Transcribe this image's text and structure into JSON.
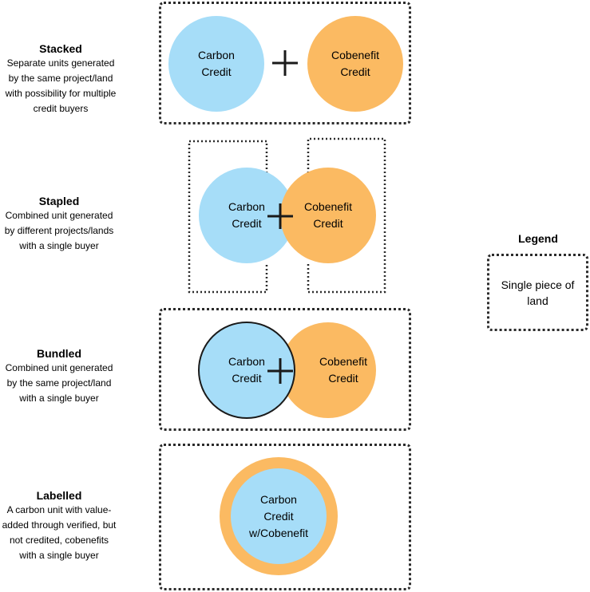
{
  "colors": {
    "carbon": "#a6ddf8",
    "cobenefit": "#fbba62",
    "ink": "#1a1a1a",
    "box": "#2b2b2b"
  },
  "rows": [
    {
      "title": "Stacked",
      "desc": "Separate units generated\nby the same project/land\nwith possibility for multiple\ncredit buyers",
      "left": "Carbon\nCredit",
      "right": "Cobenefit\nCredit"
    },
    {
      "title": "Stapled",
      "desc": "Combined unit generated\nby different projects/lands\nwith a single buyer",
      "left": "Carbon\nCredit",
      "right": "Cobenefit\nCredit"
    },
    {
      "title": "Bundled",
      "desc": "Combined unit generated\nby the same project/land\nwith a single buyer",
      "left": "Carbon\nCredit",
      "right": "Cobenefit\nCredit"
    },
    {
      "title": "Labelled",
      "desc": "A carbon unit with value-\nadded through verified, but\nnot credited, cobenefits\nwith a single buyer",
      "inner": "Carbon\nCredit\nw/Cobenefit"
    }
  ],
  "legend": {
    "title": "Legend",
    "item": "Single piece of\nland"
  },
  "icons": {
    "plus": "plus-icon",
    "land": "land-boundary-icon"
  }
}
